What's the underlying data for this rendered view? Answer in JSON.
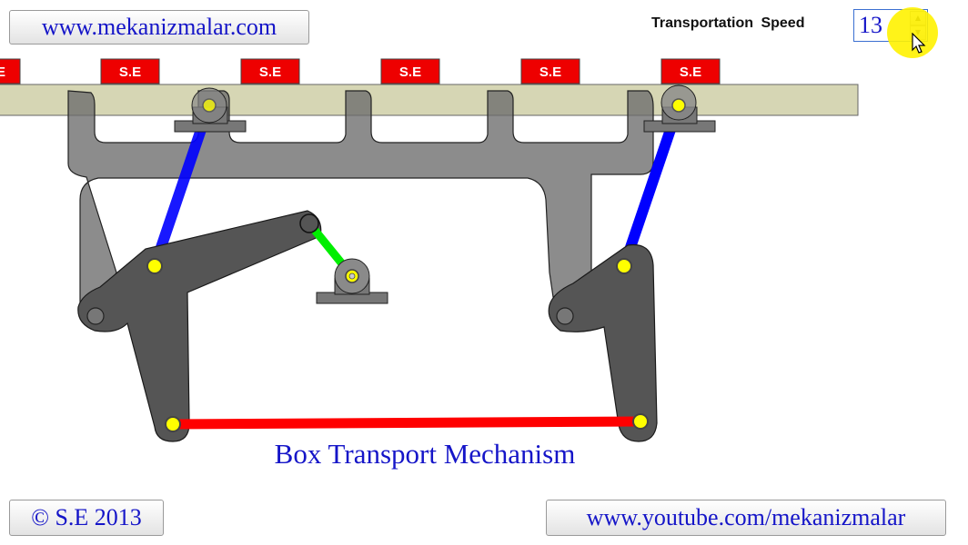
{
  "header": {
    "site_link": "www.mekanizmalar.com",
    "speed_label": "Transportation  Speed",
    "speed_value": "13"
  },
  "boxes": {
    "label": "S.E",
    "partial_label": "E",
    "color": "#ee0000"
  },
  "diagram": {
    "title": "Box Transport Mechanism",
    "colors": {
      "rail": "#d6d6b4",
      "frame": "#888888",
      "levers": "#555555",
      "coupler": "#ff0000",
      "rods": "#0000ff",
      "crank": "#00ee00",
      "pins": "#ffff00"
    }
  },
  "footer": {
    "copyright": "© S.E 2013",
    "youtube_link": "www.youtube.com/mekanizmalar"
  }
}
